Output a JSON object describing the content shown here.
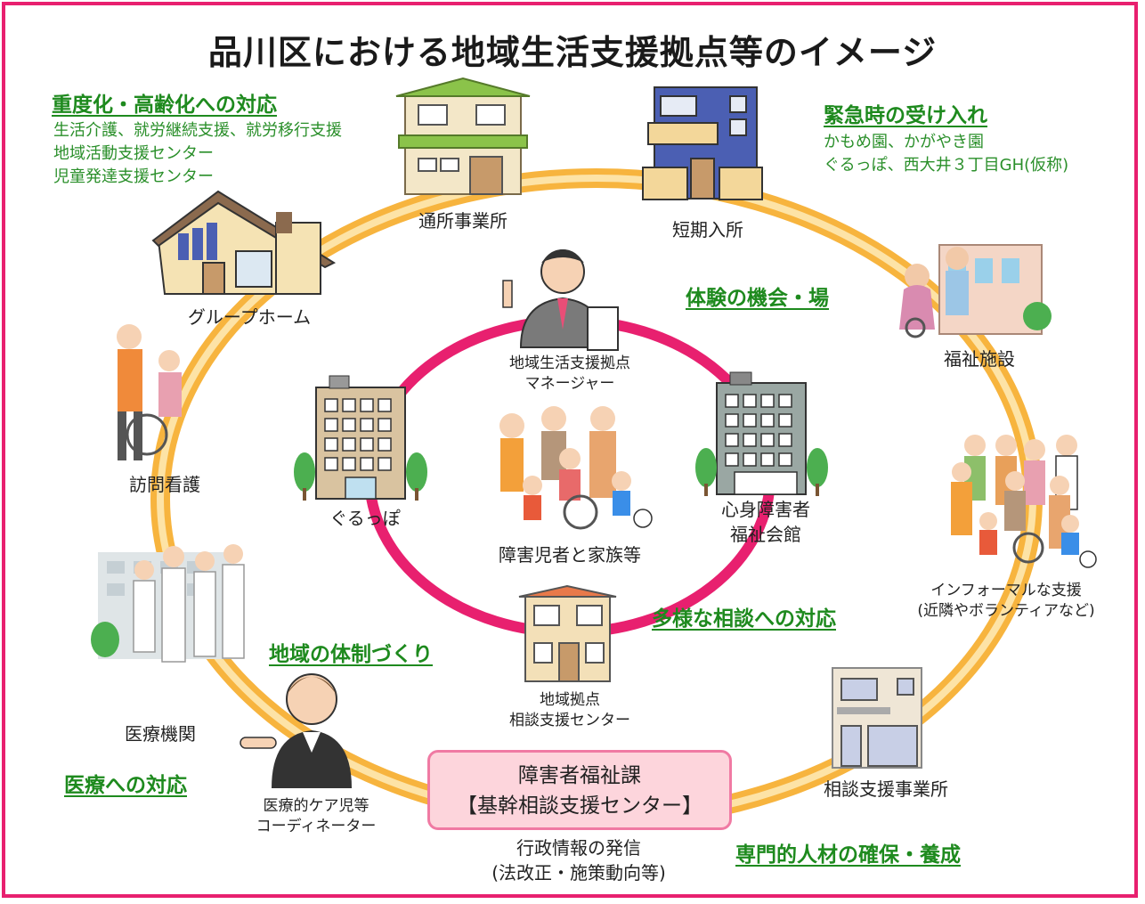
{
  "title": "品川区における地域生活支援拠点等のイメージ",
  "colors": {
    "frame": "#e8206f",
    "outer_ring": "#f7b43e",
    "inner_ring": "#e8206f",
    "green_text": "#2a8f2a",
    "center_box_fill": "#fdd5dc",
    "center_box_border": "#f07aa3"
  },
  "sections": {
    "severity": {
      "heading": "重度化・高齢化への対応",
      "lines": [
        "生活介護、就労継続支援、就労移行支援",
        "地域活動支援センター",
        "児童発達支援センター"
      ]
    },
    "emergency": {
      "heading": "緊急時の受け入れ",
      "lines": [
        "かもめ園、かがやき園",
        "ぐるっぽ、西大井３丁目GH(仮称)"
      ]
    },
    "experience": "体験の機会・場",
    "consultation": "多様な相談への対応",
    "community_system": "地域の体制づくり",
    "medical": "医療への対応",
    "specialist": "専門的人材の確保・養成"
  },
  "nodes": {
    "day_service": "通所事業所",
    "short_stay": "短期入所",
    "group_home": "グループホーム",
    "welfare_facility": "福祉施設",
    "visiting_nursing": "訪問看護",
    "informal_support": [
      "インフォーマルな支援",
      "(近隣やボランティアなど)"
    ],
    "medical_institution": "医療機関",
    "medical_care_coordinator": [
      "医療的ケア児等",
      "コーディネーター"
    ],
    "consultation_office": "相談支援事業所",
    "admin_info": [
      "行政情報の発信",
      "(法改正・施策動向等)"
    ]
  },
  "inner": {
    "manager": [
      "地域生活支援拠点",
      "マネージャー"
    ],
    "gurupo": "ぐるっぽ",
    "families": "障害児者と家族等",
    "welfare_hall": [
      "心身障害者",
      "福祉会館"
    ],
    "regional_center": [
      "地域拠点",
      "相談支援センター"
    ]
  },
  "center_box": {
    "line1": "障害者福祉課",
    "line2": "【基幹相談支援センター】"
  }
}
